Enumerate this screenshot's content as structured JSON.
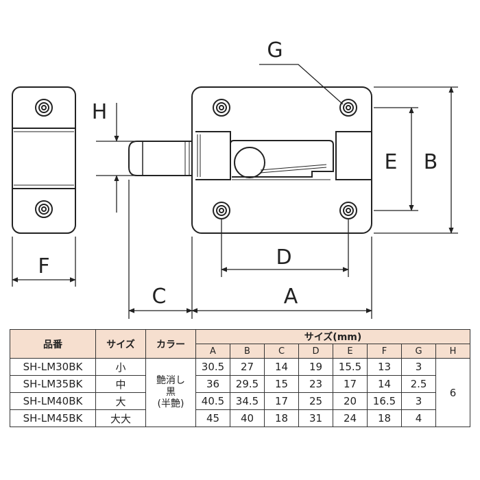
{
  "dimension_labels": {
    "A": "A",
    "B": "B",
    "C": "C",
    "D": "D",
    "E": "E",
    "F": "F",
    "G": "G",
    "H": "H"
  },
  "table": {
    "headers": {
      "part_no": "品番",
      "size": "サイズ",
      "color": "カラー",
      "dimensions": "サイズ(mm)"
    },
    "dim_columns": [
      "A",
      "B",
      "C",
      "D",
      "E",
      "F",
      "G",
      "H"
    ],
    "color_value": [
      "艶消し",
      "黒",
      "(半艶)"
    ],
    "h_value": "6",
    "rows": [
      {
        "part_no": "SH-LM30BK",
        "size": "小",
        "A": "30.5",
        "B": "27",
        "C": "14",
        "D": "19",
        "E": "15.5",
        "F": "13",
        "G": "3"
      },
      {
        "part_no": "SH-LM35BK",
        "size": "中",
        "A": "36",
        "B": "29.5",
        "C": "15",
        "D": "23",
        "E": "17",
        "F": "14",
        "G": "2.5"
      },
      {
        "part_no": "SH-LM40BK",
        "size": "大",
        "A": "40.5",
        "B": "34.5",
        "C": "17",
        "D": "25",
        "E": "20",
        "F": "16.5",
        "G": "3"
      },
      {
        "part_no": "SH-LM45BK",
        "size": "大大",
        "A": "45",
        "B": "40",
        "C": "18",
        "D": "31",
        "E": "24",
        "F": "18",
        "G": "4"
      }
    ]
  },
  "colors": {
    "line": "#222222",
    "header_bg": "#f6dfcf"
  }
}
